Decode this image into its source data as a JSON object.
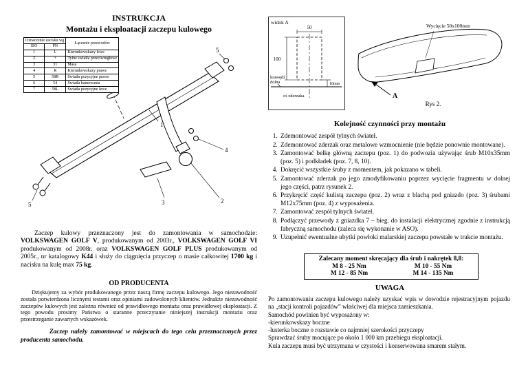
{
  "doc": {
    "title1": "INSTRUKCJA",
    "title2": "Montażu i eksploatacji zaczepu kulowego"
  },
  "pin_table": {
    "h_group": "Oznaczenie zacisku wg",
    "h_desc": "Łączenie przewodów",
    "h_iso": "ISO",
    "h_pn": "PN",
    "rows": [
      {
        "iso": "1",
        "pn": "L",
        "desc": "Kierunkowskazy lewe"
      },
      {
        "iso": "2",
        "pn": "+",
        "desc": "Tylne światła przeciwmgłowe"
      },
      {
        "iso": "3",
        "pn": "31",
        "desc": "Masa"
      },
      {
        "iso": "4",
        "pn": "R",
        "desc": "Kierunkowskazy prawe"
      },
      {
        "iso": "5",
        "pn": "58R",
        "desc": "Światła pozycyjne prawe"
      },
      {
        "iso": "6",
        "pn": "54",
        "desc": "Światła hamowania"
      },
      {
        "iso": "7",
        "pn": "58L",
        "desc": "Światła pozycyjne lewe"
      }
    ]
  },
  "figure1": {
    "labels": {
      "p1": "1",
      "p2": "2",
      "p3": "3",
      "p4": "4",
      "p5a": "5",
      "p5b": "5"
    }
  },
  "intro": {
    "segments": [
      "Zaczep kulowy przeznaczony jest do zamontowania w samochodzie: ",
      "VOLKSWAGEN GOLF V",
      ", produkowanym od 2003r., ",
      "VOLKSWAGEN GOLF VI",
      " produkowanym od 2008r. oraz ",
      "VOLKSWAGEN GOLF PLUS",
      " produkowanym od 2005r., nr katalogowy ",
      "K44",
      " i służy do ciągnięcia przyczep o masie całkowitej ",
      "1700 kg",
      " i nacisku na kulę max ",
      "75 kg",
      "."
    ]
  },
  "producer": {
    "heading": "OD PRODUCENTA",
    "body": "Dziękujemy za wybór produkowanego przez naszą firmę zaczepu kulowego. Jego niezawodność została potwierdzona licznymi testami oraz opiniami zadowolonych klientów. Jednakże niezawodność zaczepów kulowych jest zależna również od prawidłowego montażu oraz prawidłowej eksploatacji. Z tego powodu prosimy Państwa o staranne przeczytanie niniejszej instrukcji montażu oraz przestrzeganie zawartych wskazówek.",
    "note": "Zaczep należy zamontować w miejscach do tego celu przeznaczonych przez producenta samochodu."
  },
  "view_a": {
    "title": "widok A",
    "dim_width": "50",
    "dim_height": "100",
    "edge_line1": "krawędź",
    "edge_line2": "dolna",
    "dim_offset": "10mm",
    "axis": "oś zderzaka"
  },
  "bumper": {
    "cut_label": "Wycięcie 50x100mm",
    "view_label": "A",
    "caption": "Rys 2."
  },
  "steps": {
    "heading": "Kolejność czynności przy montażu",
    "items": [
      "Zdemontować zespół tylnych świateł.",
      "Zdemontować zderzak oraz metalowe wzmocnienie (nie będzie ponownie montowane).",
      "Zamontować belkę główną zaczepu (poz. 1) do podwozia używając śrub M10x35mm (poz. 5) i podkładek (poz. 7, 8, 10).",
      "Dokręcić wszystkie śruby z momentem, jak pokazano w tabeli.",
      "Zamontować zderzak po jego zmodyfikowaniu poprzez wycięcie fragmentu w dolnej jego części, patrz rysunek 2.",
      "Przykręcić część kulistą zaczepu (poz. 2) wraz z blachą pod gniazdo (poz. 3) śrubami M12x75mm (poz. 4) z wyposażenia.",
      "Zamontować zespół tylnych świateł.",
      "Podłączyć przewody z gniazdka 7 – bieg. do instalacji elektrycznej zgodnie z instrukcją fabryczną samochodu (zaleca się wykonanie w ASO).",
      "Uzupełnić ewentualne ubytki powłoki malarskiej zaczepu powstałe w trakcie montażu."
    ]
  },
  "torque": {
    "title": "Zalecany moment skręcający dla śrub i nakrętek 8,8:",
    "cells": [
      "M 8 - 25 Nm",
      "M 10 - 55 Nm",
      "M 12 - 85 Nm",
      "M 14 - 135 Nm"
    ]
  },
  "note": {
    "heading": "UWAGA",
    "lines": [
      "Po  zamontowaniu zaczepu kulowego należy uzyskać wpis w dowodzie rejestracyjnym pojazdu na „stacji kontroli pojazdów” właściwej dla miejsca zamieszkania.",
      "Samochód powinien być wyposażony w:",
      "-kierunkowskazy boczne",
      "-lusterka boczne  o rozstawie co najmniej szerokości przyczepy",
      "Sprawdzać śruby mocujące po około 1 000 km przebiegu eksploatacji.",
      "Kula zaczepu musi być utrzymana w czystości i konserwowana smarem stałym."
    ]
  }
}
